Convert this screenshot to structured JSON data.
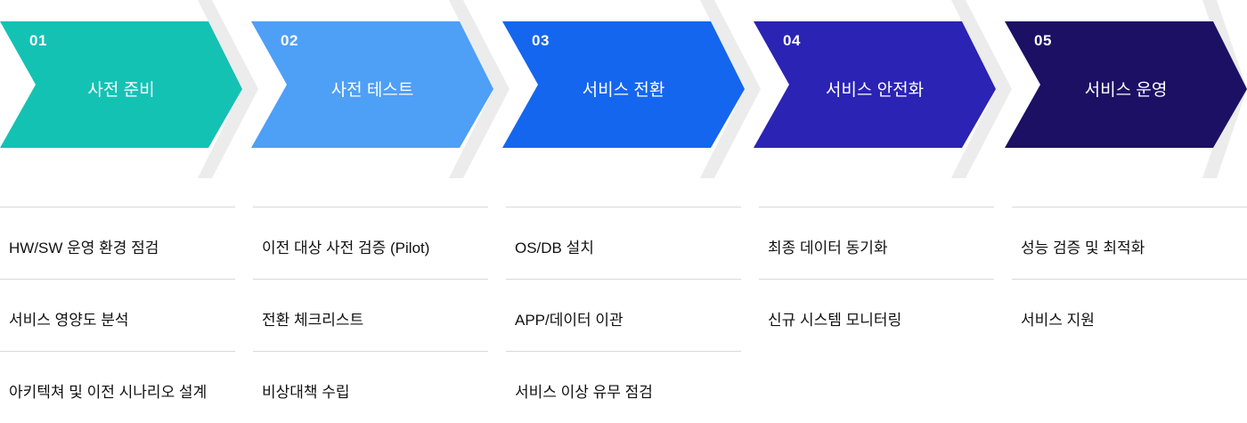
{
  "steps": [
    {
      "number": "01",
      "title": "사전 준비",
      "color": "#14c2b4"
    },
    {
      "number": "02",
      "title": "사전 테스트",
      "color": "#4e9ff6"
    },
    {
      "number": "03",
      "title": "서비스 전환",
      "color": "#1466ef"
    },
    {
      "number": "04",
      "title": "서비스 안전화",
      "color": "#2b23b4"
    },
    {
      "number": "05",
      "title": "서비스 운영",
      "color": "#1b1064"
    }
  ],
  "tasks": [
    {
      "items": [
        "HW/SW 운영 환경 점검",
        "서비스 영양도 분석",
        "아키텍쳐 및 이전 시나리오 설계"
      ]
    },
    {
      "items": [
        "이전 대상 사전 검증 (Pilot)",
        "전환 체크리스트",
        "비상대책 수립"
      ]
    },
    {
      "items": [
        "OS/DB 설치",
        "APP/데이터 이관",
        "서비스 이상 유무 점검"
      ]
    },
    {
      "items": [
        "최종 데이터 동기화",
        "신규 시스템 모니터링"
      ]
    },
    {
      "items": [
        "성능 검증 및 최적화",
        "서비스 지원"
      ]
    }
  ]
}
